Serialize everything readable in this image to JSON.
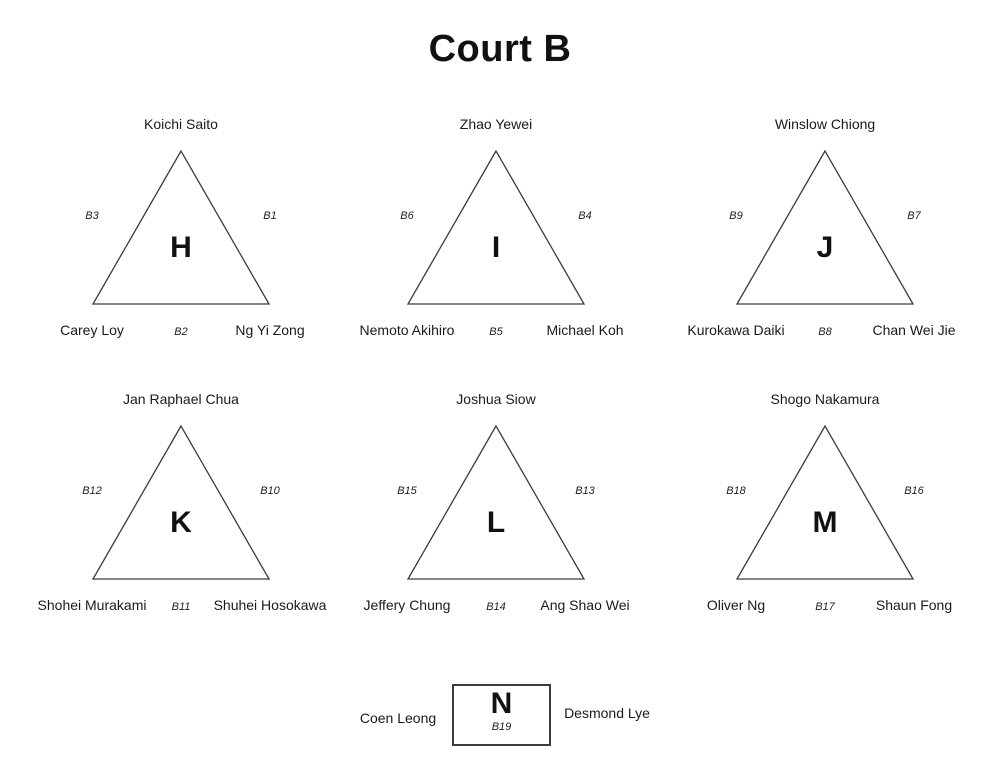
{
  "title": "Court B",
  "colors": {
    "background": "#ffffff",
    "text": "#1a1a1a",
    "line": "#3c3c3c"
  },
  "groups": [
    {
      "letter": "H",
      "top": "Koichi Saito",
      "bottom_left": "Carey Loy",
      "bottom_right": "Ng Yi Zong",
      "edge_left": "B3",
      "edge_right": "B1",
      "edge_bottom": "B2"
    },
    {
      "letter": "I",
      "top": "Zhao Yewei",
      "bottom_left": "Nemoto Akihiro",
      "bottom_right": "Michael Koh",
      "edge_left": "B6",
      "edge_right": "B4",
      "edge_bottom": "B5"
    },
    {
      "letter": "J",
      "top": "Winslow Chiong",
      "bottom_left": "Kurokawa Daiki",
      "bottom_right": "Chan Wei Jie",
      "edge_left": "B9",
      "edge_right": "B7",
      "edge_bottom": "B8"
    },
    {
      "letter": "K",
      "top": "Jan Raphael Chua",
      "bottom_left": "Shohei Murakami",
      "bottom_right": "Shuhei Hosokawa",
      "edge_left": "B12",
      "edge_right": "B10",
      "edge_bottom": "B11"
    },
    {
      "letter": "L",
      "top": "Joshua Siow",
      "bottom_left": "Jeffery Chung",
      "bottom_right": "Ang Shao Wei",
      "edge_left": "B15",
      "edge_right": "B13",
      "edge_bottom": "B14"
    },
    {
      "letter": "M",
      "top": "Shogo Nakamura",
      "bottom_left": "Oliver Ng",
      "bottom_right": "Shaun Fong",
      "edge_left": "B18",
      "edge_right": "B16",
      "edge_bottom": "B17"
    }
  ],
  "final": {
    "letter": "N",
    "code": "B19",
    "left_player": "Coen Leong",
    "right_player": "Desmond Lye"
  }
}
